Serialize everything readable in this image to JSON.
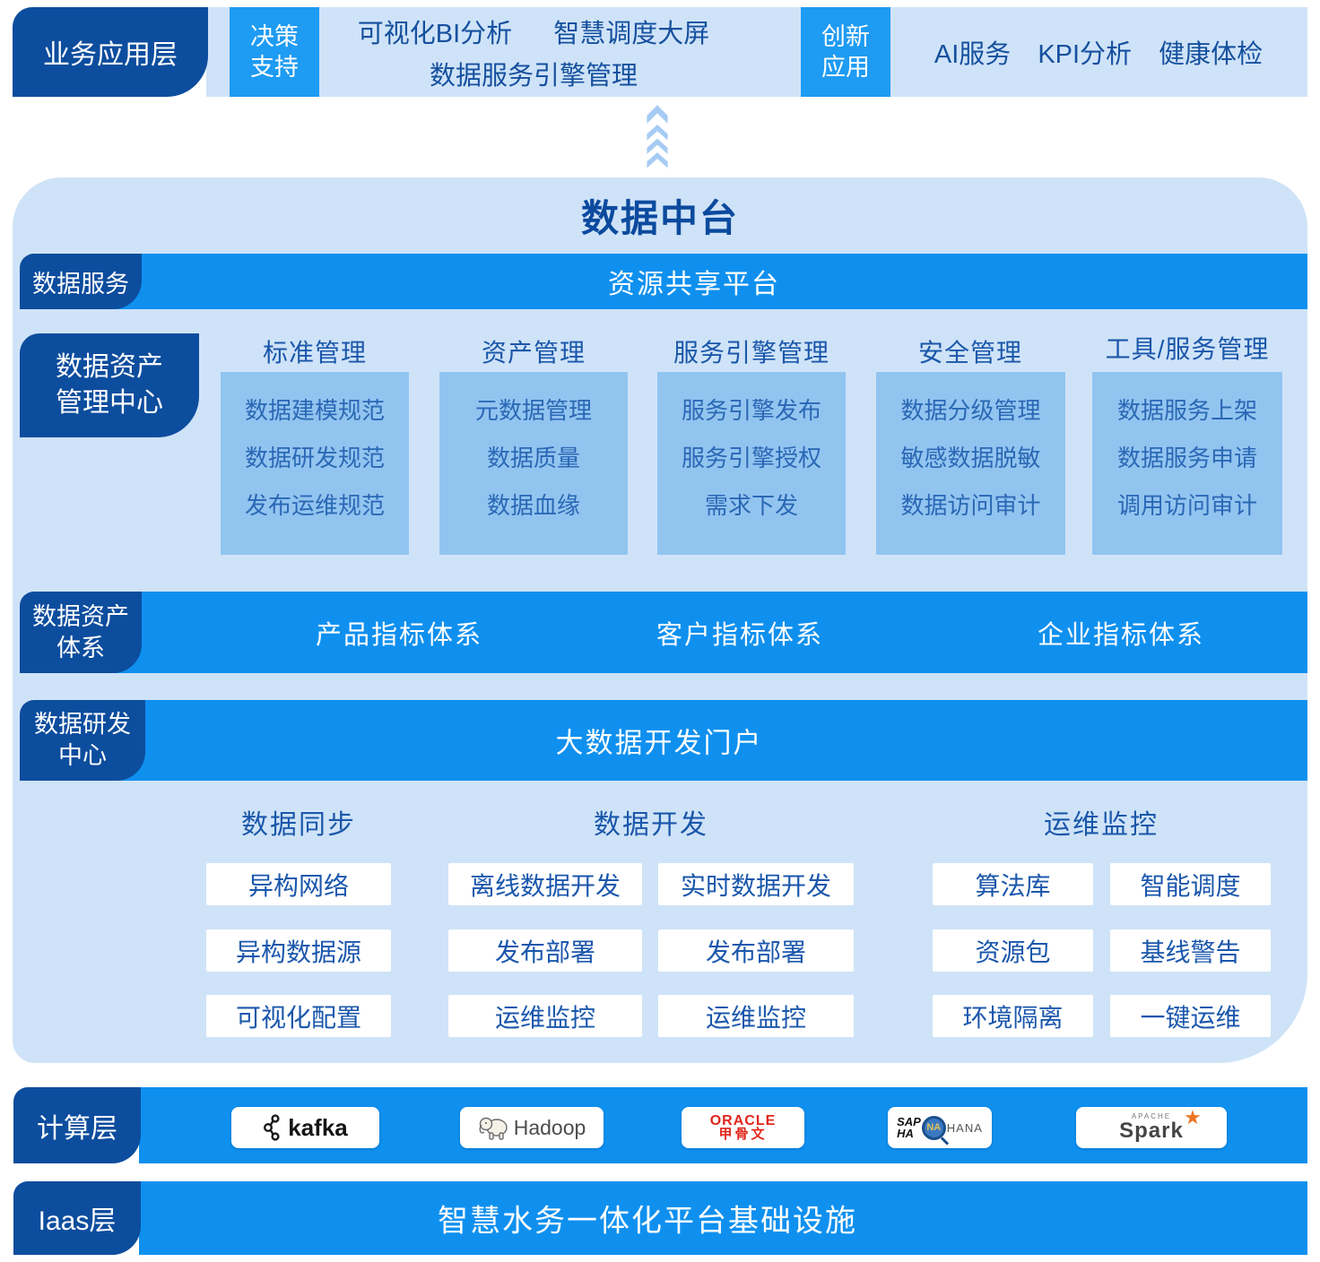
{
  "colors": {
    "navy": "#0d4d9e",
    "band_blue": "#0f90ef",
    "tag_blue": "#1e9bf2",
    "container_light": "#cfe3f8",
    "inner_box_blue": "#92c4f0",
    "dark_text": "#15509e",
    "oracle_red": "#e1251b",
    "spark_orange": "#ee7423"
  },
  "top": {
    "layer_label": "业务应用层",
    "decision": {
      "tag_line1": "决策",
      "tag_line2": "支持",
      "apps_row1": [
        "可视化BI分析",
        "智慧调度大屏"
      ],
      "apps_row2": "数据服务引擎管理"
    },
    "innovation": {
      "tag_line1": "创新",
      "tag_line2": "应用",
      "apps": [
        "AI服务",
        "KPI分析",
        "健康体检"
      ]
    }
  },
  "platform": {
    "title": "数据中台",
    "data_service": {
      "label": "数据服务",
      "band": "资源共享平台"
    },
    "asset_center": {
      "label_line1": "数据资产",
      "label_line2": "管理中心",
      "columns": [
        {
          "header": "标准管理",
          "items": [
            "数据建模规范",
            "数据研发规范",
            "发布运维规范"
          ]
        },
        {
          "header": "资产管理",
          "items": [
            "元数据管理",
            "数据质量",
            "数据血缘"
          ]
        },
        {
          "header": "服务引擎管理",
          "items": [
            "服务引擎发布",
            "服务引擎授权",
            "需求下发"
          ]
        },
        {
          "header": "安全管理",
          "items": [
            "数据分级管理",
            "敏感数据脱敏",
            "数据访问审计"
          ]
        },
        {
          "header": "工具/服务管理",
          "items": [
            "数据服务上架",
            "数据服务申请",
            "调用访问审计"
          ]
        }
      ]
    },
    "asset_system": {
      "label_line1": "数据资产",
      "label_line2": "体系",
      "bands": [
        "产品指标体系",
        "客户指标体系",
        "企业指标体系"
      ]
    },
    "dev_center": {
      "label_line1": "数据研发",
      "label_line2": "中心",
      "band": "大数据开发门户",
      "sync": {
        "header": "数据同步",
        "items": [
          "异构网络",
          "异构数据源",
          "可视化配置"
        ]
      },
      "develop": {
        "header": "数据开发",
        "col1": [
          "离线数据开发",
          "发布部署",
          "运维监控"
        ],
        "col2": [
          "实时数据开发",
          "发布部署",
          "运维监控"
        ]
      },
      "ops": {
        "header": "运维监控",
        "col1": [
          "算法库",
          "资源包",
          "环境隔离"
        ],
        "col2": [
          "智能调度",
          "基线警告",
          "一键运维"
        ]
      }
    }
  },
  "compute": {
    "label": "计算层",
    "logos": {
      "kafka": {
        "text": "kafka"
      },
      "hadoop": {
        "text": "Hadoop"
      },
      "oracle": {
        "line1": "ORACLE",
        "line2": "甲骨文"
      },
      "sap_hana": {
        "part1": "SAP",
        "part2": "HA",
        "lens": "NA",
        "part3": "HANA"
      },
      "spark": {
        "small": "APACHE",
        "text": "Spark"
      }
    }
  },
  "iaas": {
    "label": "Iaas层",
    "band": "智慧水务一体化平台基础设施"
  }
}
